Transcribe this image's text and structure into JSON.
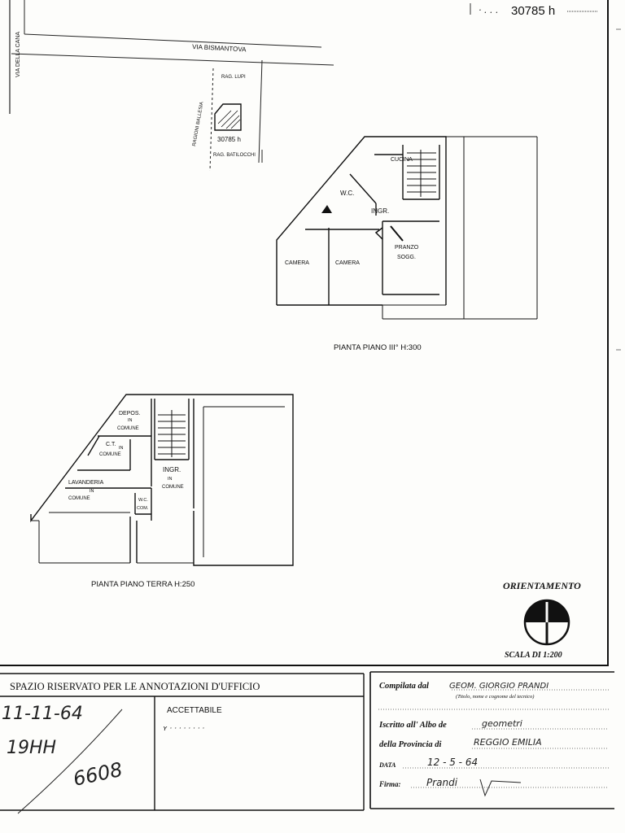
{
  "header": {
    "sheet_number": "30785 h"
  },
  "site_plan": {
    "street_main": "VIA BISMANTOVA",
    "street_side": "VIA DELLA CANA",
    "neighbor_north": "RAG. LUPI",
    "neighbor_west": "RAGIONI BALLESIA",
    "neighbor_south": "RAG. BATILOCCHI",
    "lot_label": "30785 h"
  },
  "plan_upper": {
    "title": "PIANTA PIANO III° H:300",
    "rooms": {
      "cucina": "CUCINA",
      "wc": "W.C.",
      "ingr": "INGR.",
      "pranzo": "PRANZO",
      "sogg": "SOGG.",
      "camera1": "CAMERA",
      "camera2": "CAMERA"
    }
  },
  "plan_ground": {
    "title": "PIANTA PIANO TERRA H:250",
    "rooms": {
      "depos": "DEPOS.",
      "depos_sub1": "IN",
      "depos_sub2": "COMUNE",
      "ct": "C.T.",
      "ct_sub1": "IN",
      "ct_sub2": "COMUNE",
      "ingr": "INGR.",
      "ingr_sub1": "IN",
      "ingr_sub2": "COMUNE",
      "lavanderia": "LAVANDERIA",
      "lav_sub1": "IN",
      "lav_sub2": "COMUNE",
      "wc": "W.C.",
      "wc_sub": "COM."
    }
  },
  "orientation": {
    "title": "ORIENTAMENTO",
    "scale": "SCALA DI 1:200"
  },
  "office_box": {
    "title": "SPAZIO RISERVATO PER LE ANNOTAZIONI D'UFFICIO",
    "handwriting_line1": "11-11-64",
    "handwriting_line2": "19HH",
    "handwriting_number": "6608",
    "stamp": "ACCETTABILE"
  },
  "compiler": {
    "compilata_label": "Compilata dal",
    "compilata_value": "GEOM. GIORGIO PRANDI",
    "subtitle": "(Titolo, nome e cognome del tecnico)",
    "iscritto_label": "Iscritto all' Albo de",
    "iscritto_value": "geometri",
    "provincia_label": "della Provincia di",
    "provincia_value": "REGGIO EMILIA",
    "data_label": "DATA",
    "data_value": "12 - 5 - 64",
    "firma_label": "Firma:",
    "firma_value": "Prandi"
  }
}
